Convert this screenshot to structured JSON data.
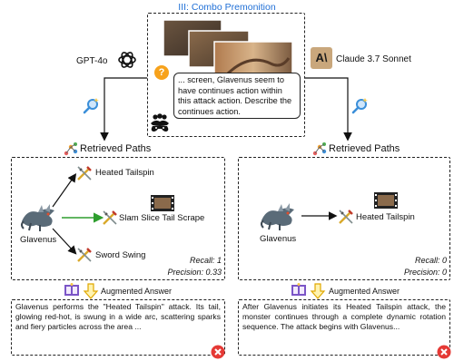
{
  "title": "III: Combo Premonition",
  "models": {
    "left": "GPT-4o",
    "right": "Claude 3.7 Sonnet"
  },
  "query": "... screen, Glavenus seem to have continues action within this attack action. Describe the continues action.",
  "query_badge": "?",
  "left": {
    "paths_title": "Retrieved Paths",
    "monster": "Glavenus",
    "actions": [
      "Heated Tailspin",
      "Slam Slice Tail Scrape",
      "Sword Swing"
    ],
    "recall": "Recall: 1",
    "precision": "Precision: 0.33",
    "answer_title": "Augmented Answer",
    "answer": "Glavenus performs the \"Heated Tailspin\" attack. Its tail, glowing red-hot, is swung in a wide arc, scattering sparks and fiery particles across the area ..."
  },
  "right": {
    "paths_title": "Retrieved Paths",
    "monster": "Glavenus",
    "actions": [
      "Heated Tailspin"
    ],
    "recall": "Recall: 0",
    "precision": "Precision: 0",
    "answer_title": "Augmented Answer",
    "answer": "After Glavenus initiates its Heated Tailspin attack, the monster continues through a complete dynamic rotation sequence. The attack begins with Glavenus..."
  },
  "colors": {
    "title": "#1f6fd6",
    "wrong": "#e53935",
    "path_arrow": "#2e9e2e",
    "bulb": "#f7c948",
    "search": "#3b8fd9"
  },
  "icons": [
    "openai-logo-icon",
    "anthropic-logo-icon",
    "search-icon",
    "gamepad-users-icon",
    "graph-path-icon",
    "book-icon",
    "down-arrow-icon",
    "wrong-x-icon",
    "sword-icon",
    "film-icon",
    "monster-image"
  ]
}
